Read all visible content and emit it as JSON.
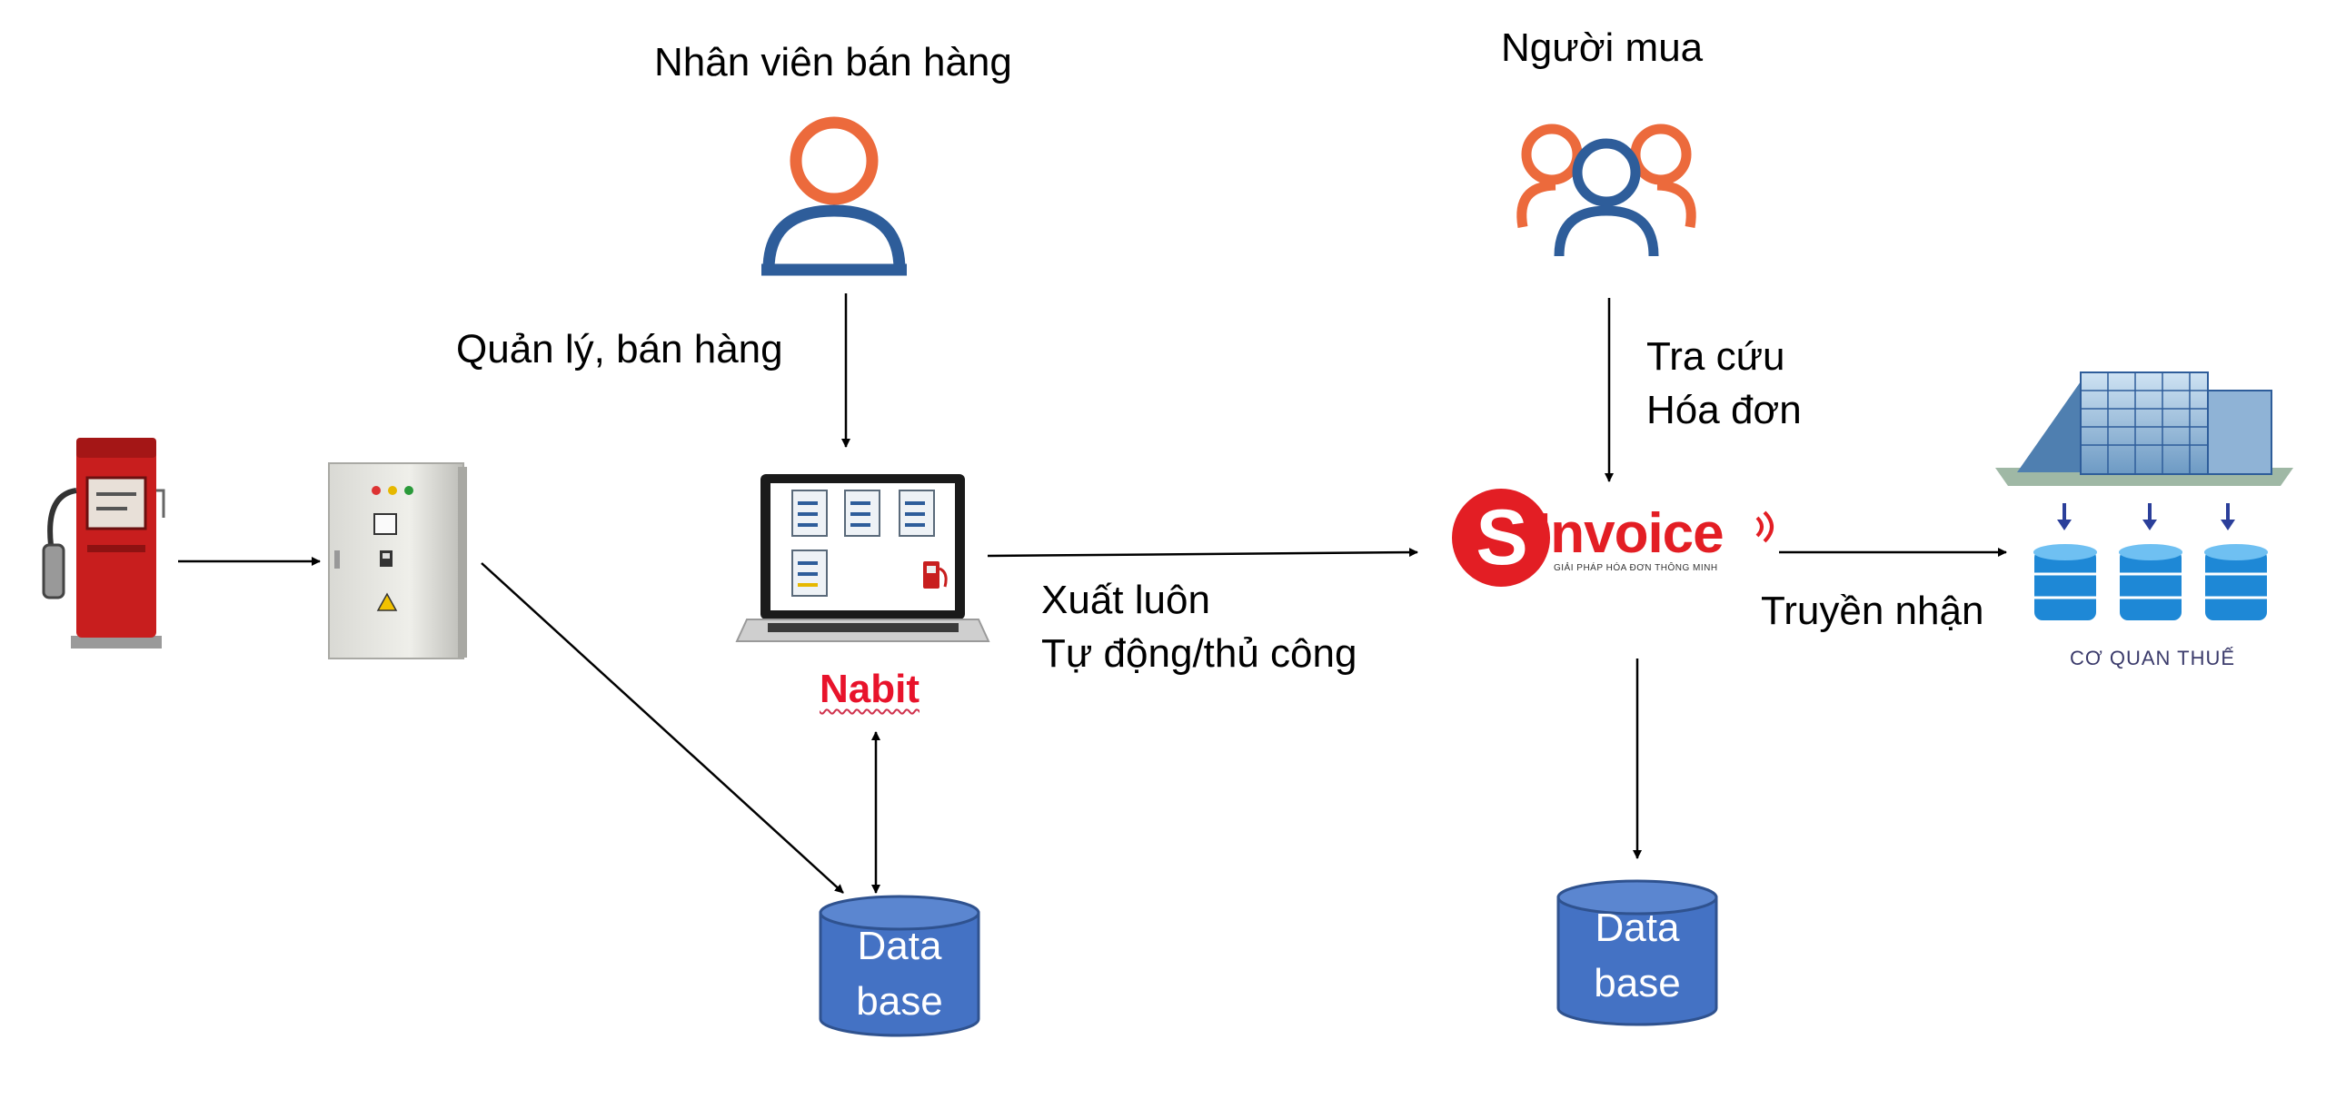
{
  "labels": {
    "sales_staff": "Nhân viên bán hàng",
    "buyer": "Người mua",
    "manage_sell": "Quản lý, bán hàng",
    "lookup_line1": "Tra cứu",
    "lookup_line2": "Hóa đơn",
    "issue_line1": "Xuất luôn",
    "issue_line2": "Tự động/thủ công",
    "transmit": "Truyền nhận",
    "nabit": "Nabit",
    "tax_office": "CƠ QUAN THUẾ"
  },
  "databases": [
    {
      "line1": "Data",
      "line2": "base"
    },
    {
      "line1": "Data",
      "line2": "base"
    }
  ],
  "sinvoice": {
    "s_letter": "S",
    "word": "Invoice",
    "tagline": "GIẢI PHÁP HÓA ĐƠN THÔNG MINH"
  },
  "colors": {
    "person_head": "#ec6a3c",
    "person_body": "#2e5d9a",
    "database": "#4472c4",
    "nabit": "#e8132b",
    "sinvoice_red": "#e31e24",
    "pump_red": "#c81e1e"
  }
}
